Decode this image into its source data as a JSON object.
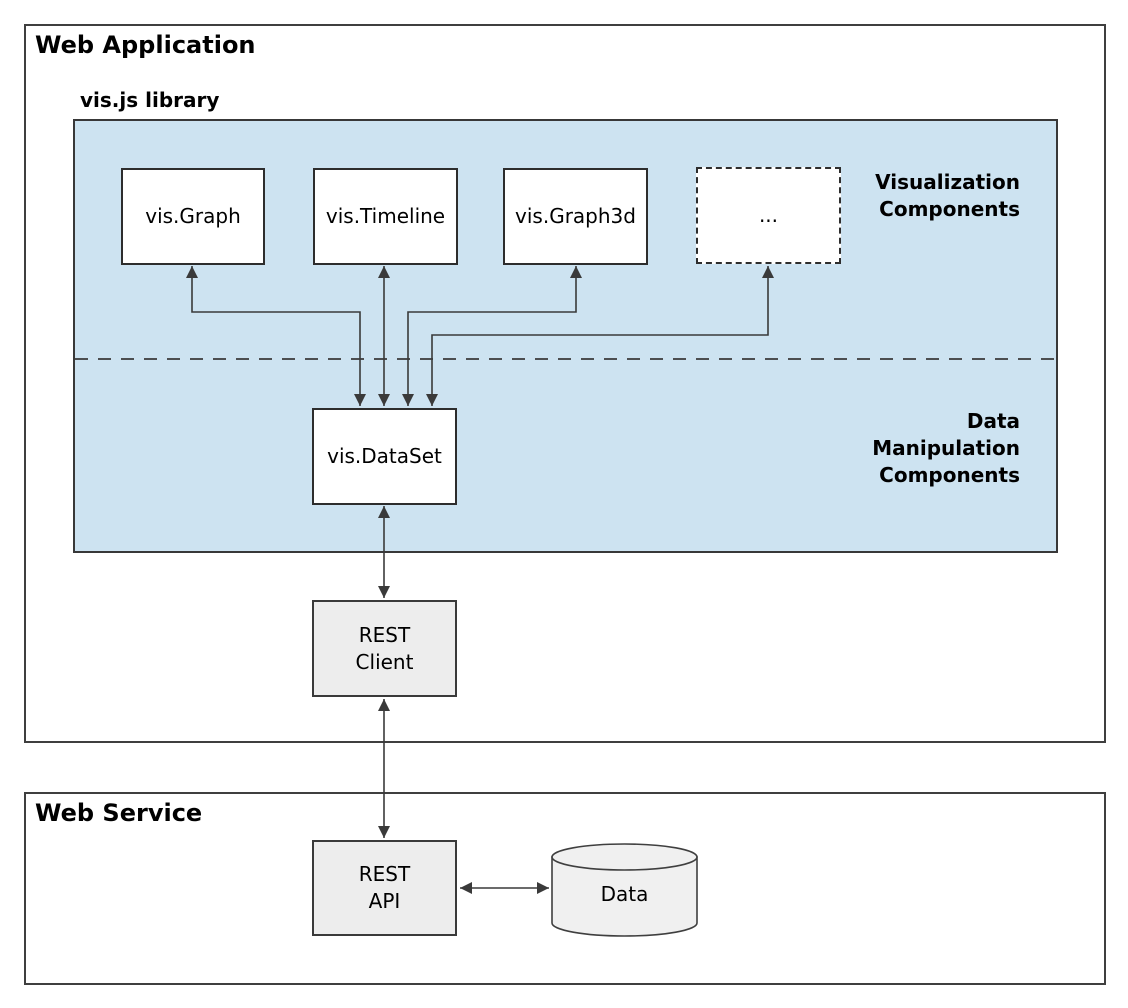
{
  "titles": {
    "web_application": "Web Application",
    "visjs_library": "vis.js library",
    "web_service": "Web Service"
  },
  "section_labels": {
    "visualization": {
      "line1": "Visualization",
      "line2": "Components"
    },
    "data_manipulation": {
      "line1": "Data",
      "line2": "Manipulation",
      "line3": "Components"
    }
  },
  "nodes": {
    "vis_graph": {
      "label": "vis.Graph"
    },
    "vis_timeline": {
      "label": "vis.Timeline"
    },
    "vis_graph3d": {
      "label": "vis.Graph3d"
    },
    "placeholder": {
      "label": "..."
    },
    "vis_dataset": {
      "label": "vis.DataSet"
    },
    "rest_client": {
      "line1": "REST",
      "line2": "Client"
    },
    "rest_api": {
      "line1": "REST",
      "line2": "API"
    },
    "data_store": {
      "label": "Data"
    }
  },
  "colors": {
    "library_background": "#cde3f1",
    "component_box_fill": "#ffffff",
    "service_box_fill": "#ededed",
    "cylinder_fill": "#f0f0f0",
    "border_color": "#3f3f3f",
    "arrow_color": "#3a3a3a",
    "text_color": "#000000"
  }
}
